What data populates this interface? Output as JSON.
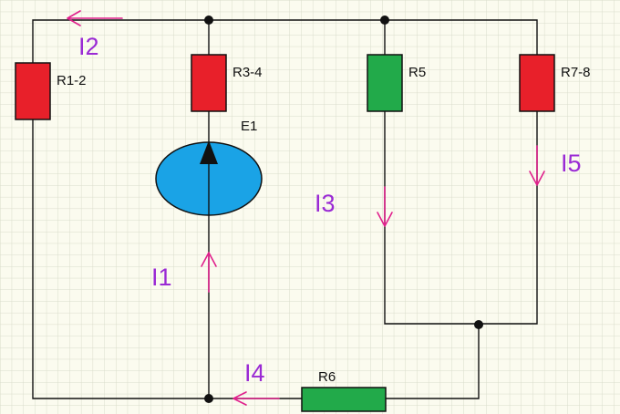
{
  "components": {
    "r12": {
      "label": "R1-2",
      "color": "#e8202a"
    },
    "r34": {
      "label": "R3-4",
      "color": "#e8202a"
    },
    "r5": {
      "label": "R5",
      "color": "#22aa4a"
    },
    "r78": {
      "label": "R7-8",
      "color": "#e8202a"
    },
    "r6": {
      "label": "R6",
      "color": "#22aa4a"
    },
    "e1": {
      "label": "E1",
      "color": "#1aa3e6"
    }
  },
  "currents": {
    "i1": "I1",
    "i2": "I2",
    "i3": "I3",
    "i4": "I4",
    "i5": "I5"
  },
  "colors": {
    "wire": "#111111",
    "grid": "#d9dccb",
    "arrow": "#e0208c",
    "current_label": "#9a2ad4"
  }
}
